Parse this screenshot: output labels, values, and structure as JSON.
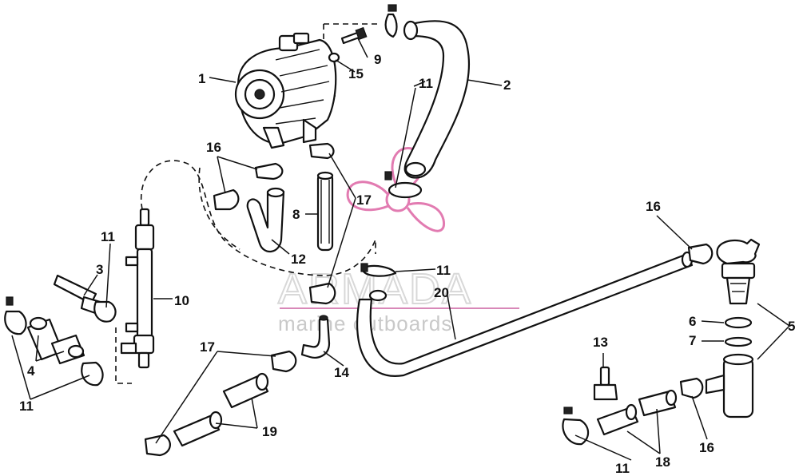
{
  "watermark": {
    "brand": "ARMADA",
    "tagline": "marine outboards",
    "logo_color": "#e27bb1"
  },
  "callouts": {
    "c1": "1",
    "c2": "2",
    "c3": "3",
    "c4": "4",
    "c5": "5",
    "c6": "6",
    "c7": "7",
    "c8": "8",
    "c9": "9",
    "c10": "10",
    "c11a": "11",
    "c11b": "11",
    "c11c": "11",
    "c11d": "11",
    "c11e": "11",
    "c12": "12",
    "c13": "13",
    "c14": "14",
    "c15": "15",
    "c16a": "16",
    "c16b": "16",
    "c16c": "16",
    "c17a": "17",
    "c17b": "17",
    "c18": "18",
    "c19": "19",
    "c20": "20"
  }
}
